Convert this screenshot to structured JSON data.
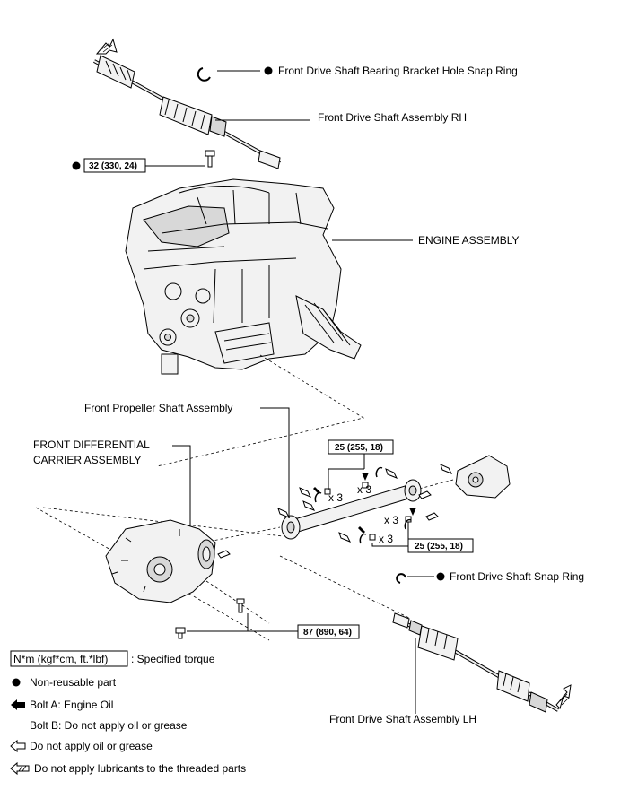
{
  "labels": {
    "bracket_snap_ring": "Front Drive Shaft Bearing Bracket Hole Snap Ring",
    "drive_shaft_rh": "Front Drive Shaft Assembly RH",
    "engine": "ENGINE ASSEMBLY",
    "propeller_shaft": "Front Propeller Shaft Assembly",
    "diff_line1": "FRONT DIFFERENTIAL",
    "diff_line2": "CARRIER ASSEMBLY",
    "drive_snap_ring": "Front Drive Shaft Snap Ring",
    "drive_shaft_lh": "Front Drive Shaft Assembly LH"
  },
  "torques": {
    "rh_bolt": "32 (330, 24)",
    "flange_front": "25 (255, 18)",
    "flange_rear": "25 (255, 18)",
    "diff_bolts": "87 (890, 64)"
  },
  "multipliers": {
    "m1": "x 3",
    "m2": "x 3",
    "m3": "x 3",
    "m4": "x 3"
  },
  "legend": {
    "torque_box": "N*m (kgf*cm, ft.*lbf)",
    "torque_desc": ": Specified torque",
    "non_reusable": "Non-reusable part",
    "bolt_a": "Bolt A: Engine Oil",
    "bolt_b": "Bolt B: Do not apply oil or grease",
    "no_oil": "Do not apply oil or grease",
    "no_lube": "Do not apply lubricants to the threaded parts"
  }
}
